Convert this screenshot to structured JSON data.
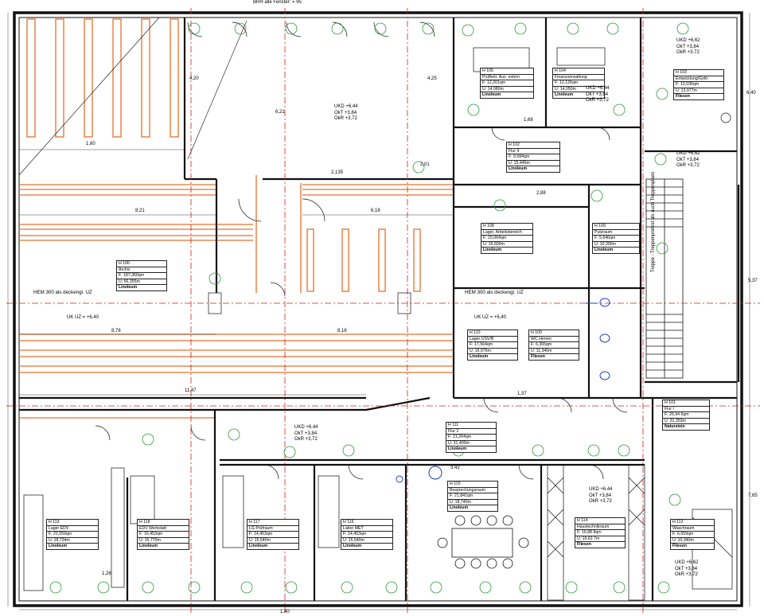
{
  "header": {
    "top_note": "BRH alle Fenster: = 95",
    "beam_left": "HEM 300 als deckengl. UZ",
    "beam_right": "HEM 300 als deckengl. UZ",
    "uz_left": "UK UZ = +6,40",
    "uz_right": "UK UZ = +6,40",
    "stair_label": "Treppe - Treppenpodest als auch Treppenplaes"
  },
  "rooms": [
    {
      "id": "H 106",
      "name": "Archiv",
      "area": "F: 187,360qm",
      "perimeter": "U: 56,355m",
      "floor": "Linoleum"
    },
    {
      "id": "H 105",
      "name": "Prüfbetr. Aus. extern",
      "area": "F: 12,201qm",
      "perimeter": "U: 14,080m",
      "floor": "Linoleum"
    },
    {
      "id": "H 104",
      "name": "Finanzverwaltung",
      "area": "F: 12,126qm",
      "perimeter": "U: 14,050m",
      "floor": "Linoleum"
    },
    {
      "id": "H 103",
      "name": "Entwicklung/GsKr",
      "area": "F: 12,036qm",
      "perimeter": "U: 13,977m",
      "floor": "Fliesen"
    },
    {
      "id": "H 102",
      "name": "Flur II",
      "area": "F: 9,584qm",
      "perimeter": "U: 15,446m",
      "floor": "Linoleum"
    },
    {
      "id": "H 108",
      "name": "Lager, Arbeitsbereich",
      "area": "F: 15,064qm",
      "perimeter": "U: 16,600m",
      "floor": "Linoleum"
    },
    {
      "id": "H 109",
      "name": "Putzraum",
      "area": "F: 5,646qm",
      "perimeter": "U: 10,300m",
      "floor": "Linoleum"
    },
    {
      "id": "H 110",
      "name": "Lager USV/B",
      "area": "F: 17,564qm",
      "perimeter": "U: 16,976m",
      "floor": "Linoleum"
    },
    {
      "id": "H 100",
      "name": "WC Herren",
      "area": "F: 6,365qm",
      "perimeter": "U: 11,340m",
      "floor": "Fliesen"
    },
    {
      "id": "H 101",
      "name": "Flur I",
      "area": "F: 26,94 6qm",
      "perimeter": "U: 31,353m",
      "floor": "Naturstein"
    },
    {
      "id": "H 111",
      "name": "Flur 2",
      "area": "F: 21,264qm",
      "perimeter": "U: 31,400m",
      "floor": "Linoleum"
    },
    {
      "id": "H 115",
      "name": "Besprechungsraum",
      "area": "F: 21,841qm",
      "perimeter": "U: 18,740m",
      "floor": "Linoleum"
    },
    {
      "id": "H 119",
      "name": "Lager EDV",
      "area": "F: 22,059qm",
      "perimeter": "U: 18,734m",
      "floor": "Linoleum"
    },
    {
      "id": "H 118",
      "name": "EDV Werkstatt",
      "area": "F: 16,453qm",
      "perimeter": "U: 16,770m",
      "floor": "Linoleum"
    },
    {
      "id": "H 117",
      "name": "LG Prüfraum",
      "area": "F: 14,453qm",
      "perimeter": "U: 15,540m",
      "floor": "Linoleum"
    },
    {
      "id": "H 116",
      "name": "Labor MET",
      "area": "F: 14,453qm",
      "perimeter": "U: 15,540m",
      "floor": "Linoleum"
    },
    {
      "id": "H 114",
      "name": "Haustechnikraum",
      "area": "F: 16,88 8qm",
      "perimeter": "U: 16,62 7m",
      "floor": "Fliesen"
    },
    {
      "id": "H 112",
      "name": "Waschraum",
      "area": "F: 6,659qm",
      "perimeter": "U: 10,340m",
      "floor": "Fliesen"
    }
  ],
  "levels": {
    "archiv": [
      "UKD +6,44",
      "OkT +3,84",
      "OkR +3,72"
    ],
    "entw": [
      "UKD +6,62",
      "OkT +3,84",
      "OkR +3,72"
    ],
    "finanz": [
      "UKD +6,44",
      "OkT +3,84",
      "OkR +3,72"
    ],
    "treppe": [
      "UKD +6,62",
      "OkT +3,84",
      "OkR +3,72"
    ],
    "flur2": [
      "UKD +6,44",
      "OkT +3,84",
      "OkR +3,72"
    ],
    "haus": [
      "UKD +6,44",
      "OkT +3,84",
      "OkR +3,72"
    ],
    "wasch": [
      "UKD +6,62",
      "OkT +3,84",
      "OkR +3,72"
    ]
  },
  "dimensions": {
    "d_160": "1,60",
    "d_621": "6,21",
    "d_821": "8,21",
    "d_618": "6,18",
    "d_876": "8,76",
    "d_816": "8,16",
    "d_1147": "11,47",
    "d_201": "2,01",
    "d_2135": "2,135",
    "d_420": "4,20",
    "d_425": "4,25",
    "d_168": "1,68",
    "d_137": "1,37",
    "d_288": "2,88",
    "d_126": "1,26",
    "d_342": "3,42",
    "d_537": "5,37",
    "d_765": "7,65",
    "d_640": "6,40",
    "d_140": "1,40"
  },
  "colors": {
    "wall": "#111111",
    "orange": "#e8702a",
    "green": "#2f9a3a",
    "red": "#d02020",
    "blue": "#1f3fbf"
  }
}
